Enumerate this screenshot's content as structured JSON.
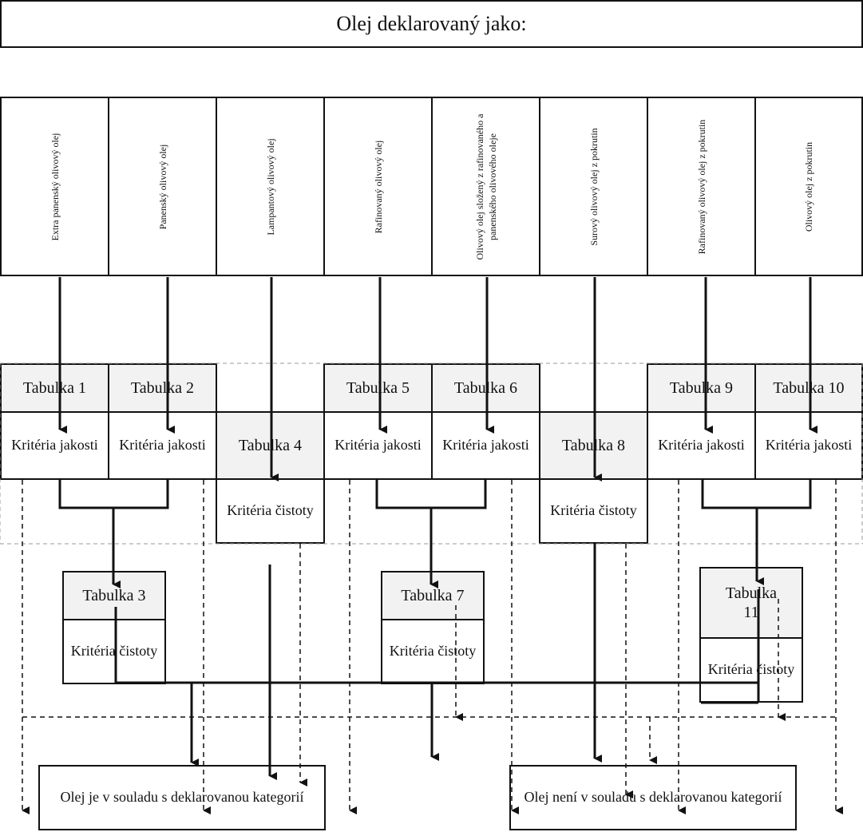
{
  "title": "Olej deklarovaný jako:",
  "categories": [
    "Extra panenský olivový olej",
    "Panenský olivový olej",
    "Lampantový olivový olej",
    "Rafinovaný olivový olej",
    "Olivový olej složený z rafinovaného a panenského olivového oleje",
    "Surový olivový olej z pokrutin",
    "Rafinovaný olivový olej z pokrutin",
    "Olivový olej z pokrutin"
  ],
  "tables": {
    "t1": "Tabulka 1",
    "t2": "Tabulka 2",
    "t3": "Tabulka 3",
    "t4": "Tabulka 4",
    "t5": "Tabulka 5",
    "t6": "Tabulka 6",
    "t7": "Tabulka 7",
    "t8": "Tabulka 8",
    "t9": "Tabulka 9",
    "t10": "Tabulka 10",
    "t11": "Tabulka 11"
  },
  "criteria": {
    "quality": "Kritéria jakosti",
    "purity": "Kritéria čistoty"
  },
  "outcomes": {
    "compliant": "Olej je v souladu s deklarovanou kategorií",
    "noncompliant": "Olej není v souladu s deklarovanou kategorií"
  }
}
